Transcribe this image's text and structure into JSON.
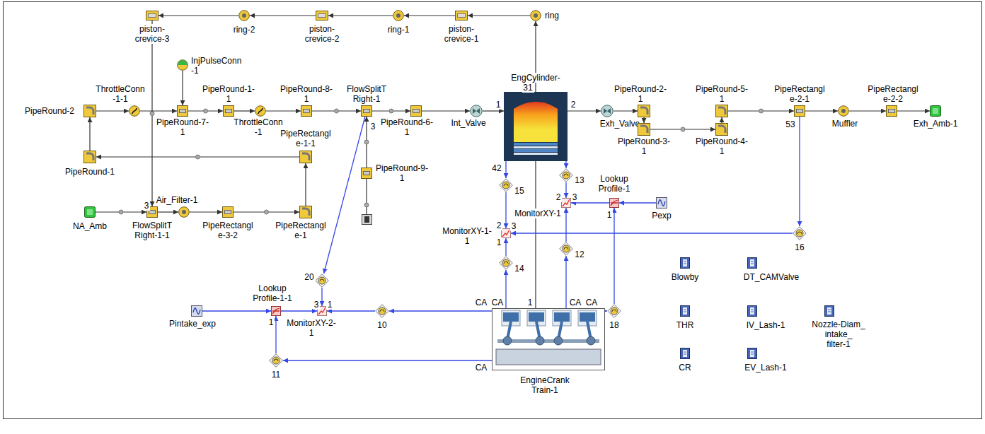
{
  "diagram": {
    "nodes": [
      {
        "text": [
          "piston- crevice-3"
        ]
      },
      {
        "text": [
          "ring-2"
        ]
      },
      {
        "text": [
          "piston- crevice-2"
        ]
      },
      {
        "text": [
          "ring-1"
        ]
      },
      {
        "text": [
          "piston- crevice-1"
        ]
      },
      {
        "text": [
          "ring"
        ]
      },
      {
        "text": [
          "InjPulseConn -1"
        ]
      },
      {
        "text": [
          "PipeRound-2"
        ]
      },
      {
        "text": [
          "ThrottleConn -1-1"
        ]
      },
      {
        "text": [
          "PipeRound-7- 1"
        ]
      },
      {
        "text": [
          "PipeRound-1- 1"
        ]
      },
      {
        "text": [
          "ThrottleConn -1"
        ]
      },
      {
        "text": [
          "PipeRound-8- 1"
        ]
      },
      {
        "text": [
          "FlowSplitT Right-1"
        ]
      },
      {
        "text": [
          "PipeRound-6- 1"
        ]
      },
      {
        "text": [
          "Int_Valve"
        ]
      },
      {
        "text": [
          "EngCylinder-"
        ]
      },
      {
        "text": [
          "Exh_Valve"
        ]
      },
      {
        "text": [
          "PipeRound-2- 1"
        ]
      },
      {
        "text": [
          "PipeRound-3- 1"
        ]
      },
      {
        "text": [
          "PipeRound-4- 1"
        ]
      },
      {
        "text": [
          "PipeRound-5- 1"
        ]
      },
      {
        "text": [
          "PipeRectangl e-2-1"
        ]
      },
      {
        "text": [
          "Muffler"
        ]
      },
      {
        "text": [
          "PipeRectangl e-2-2"
        ]
      },
      {
        "text": [
          "Exh_Amb-1"
        ]
      },
      {
        "text": [
          "PipeRound-1"
        ]
      },
      {
        "text": [
          "PipeRectangl e-1-1"
        ]
      },
      {
        "text": [
          "NA_Amb"
        ]
      },
      {
        "text": [
          "FlowSplitT Right-1-1"
        ]
      },
      {
        "text": [
          "Air_Filter-1"
        ]
      },
      {
        "text": [
          "PipeRectangl e-3-2"
        ]
      },
      {
        "text": [
          "PipeRectangl e-1"
        ]
      },
      {
        "text": [
          "PipeRound-9- 1"
        ]
      },
      {
        "text": [
          "15"
        ]
      },
      {
        "text": [
          "13"
        ]
      },
      {
        "text": [
          "MonitorXY-1- 1"
        ]
      },
      {
        "text": [
          "MonitorXY-1"
        ]
      },
      {
        "text": [
          "Lookup Profile-1"
        ]
      },
      {
        "text": [
          "Pexp"
        ]
      },
      {
        "text": [
          "16"
        ]
      },
      {
        "text": [
          "14"
        ]
      },
      {
        "text": [
          "12"
        ]
      },
      {
        "text": [
          "Blowby"
        ]
      },
      {
        "text": [
          "DT_CAMValve"
        ]
      },
      {
        "text": [
          "THR"
        ]
      },
      {
        "text": [
          "IV_Lash-1"
        ]
      },
      {
        "text": [
          "Nozzle-Diam_ intake_ filter-1"
        ]
      },
      {
        "text": [
          "CR"
        ]
      },
      {
        "text": [
          "EV_Lash-1"
        ]
      },
      {
        "text": [
          "20"
        ]
      },
      {
        "text": [
          "Lookup Profile-1-1"
        ]
      },
      {
        "text": [
          "Pintake_exp"
        ]
      },
      {
        "text": [
          "MonitorXY-2- 1"
        ]
      },
      {
        "text": [
          "10"
        ]
      },
      {
        "text": [
          "EngineCrank Train-1"
        ]
      },
      {
        "text": [
          "18"
        ]
      },
      {
        "text": [
          "11"
        ]
      }
    ],
    "edges": [
      {
        "from": 5,
        "to": 4,
        "arrow": "to"
      },
      {
        "from": 4,
        "to": 3,
        "arrow": "to"
      },
      {
        "from": 3,
        "to": 2,
        "arrow": "to"
      },
      {
        "from": 2,
        "to": 1,
        "arrow": "to"
      },
      {
        "from": 1,
        "to": 0,
        "arrow": "to"
      },
      {
        "from": 16,
        "to": 5,
        "arrow": "to"
      },
      {
        "from": 0,
        "to": 29,
        "arrow": "to"
      },
      {
        "from": 6,
        "to": 9,
        "arrow": "to"
      },
      {
        "from": 7,
        "to": 8,
        "arrow": "to"
      },
      {
        "from": 8,
        "to": 9,
        "arrow": "to"
      },
      {
        "from": 9,
        "to": 10,
        "arrow": "to"
      },
      {
        "from": 10,
        "to": 11,
        "arrow": "to"
      },
      {
        "from": 11,
        "to": 12,
        "arrow": "to"
      },
      {
        "from": 12,
        "to": 13,
        "arrow": "to"
      },
      {
        "from": 13,
        "to": 14,
        "arrow": "to"
      },
      {
        "from": 14,
        "to": 15,
        "arrow": "to"
      },
      {
        "from": 15,
        "to": 16,
        "arrow": "to"
      },
      {
        "from": 16,
        "to": 17,
        "arrow": "to"
      },
      {
        "from": 17,
        "to": 18,
        "arrow": "to"
      },
      {
        "from": 18,
        "to": 19,
        "arrow": "to"
      },
      {
        "from": 19,
        "to": 20,
        "arrow": "to"
      },
      {
        "from": 20,
        "to": 21,
        "arrow": "to"
      },
      {
        "from": 21,
        "to": 22,
        "arrow": "to"
      },
      {
        "from": 22,
        "to": 23,
        "arrow": "to"
      },
      {
        "from": 23,
        "to": 24,
        "arrow": "to"
      },
      {
        "from": 24,
        "to": 25,
        "arrow": "to"
      },
      {
        "from": 28,
        "to": 29,
        "arrow": "to"
      },
      {
        "from": 29,
        "to": 30,
        "arrow": "to"
      },
      {
        "from": 30,
        "to": 31,
        "arrow": "to"
      },
      {
        "from": 31,
        "to": 32,
        "arrow": "to"
      },
      {
        "from": 32,
        "to": 27,
        "arrow": "to"
      },
      {
        "from": 27,
        "to": 26,
        "arrow": "to"
      },
      {
        "from": 26,
        "to": 7,
        "arrow": "to"
      },
      {
        "from": 33,
        "to": 13,
        "arrow": "to"
      },
      {
        "from": 16,
        "to": 55,
        "arrow": "none"
      },
      {
        "from": 16,
        "to": 34,
        "arrow": "to"
      },
      {
        "from": 34,
        "to": 36,
        "arrow": "to"
      },
      {
        "from": 55,
        "to": 41,
        "arrow": "to"
      },
      {
        "from": 41,
        "to": 36,
        "arrow": "to"
      },
      {
        "from": 22,
        "to": 40,
        "arrow": "to"
      },
      {
        "from": 40,
        "to": 36,
        "arrow": "to"
      },
      {
        "from": 16,
        "to": 35,
        "arrow": "to"
      },
      {
        "from": 35,
        "to": 37,
        "arrow": "to"
      },
      {
        "from": 55,
        "to": 42,
        "arrow": "to"
      },
      {
        "from": 42,
        "to": 37,
        "arrow": "to"
      },
      {
        "from": 55,
        "to": 56,
        "arrow": "to"
      },
      {
        "from": 56,
        "to": 38,
        "arrow": "to"
      },
      {
        "from": 39,
        "to": 38,
        "arrow": "to"
      },
      {
        "from": 38,
        "to": 37,
        "arrow": "to"
      },
      {
        "from": 13,
        "to": 50,
        "arrow": "to"
      },
      {
        "from": 50,
        "to": 53,
        "arrow": "to"
      },
      {
        "from": 55,
        "to": 54,
        "arrow": "to"
      },
      {
        "from": 54,
        "to": 53,
        "arrow": "to"
      },
      {
        "from": 55,
        "to": 57,
        "arrow": "to"
      },
      {
        "from": 57,
        "to": 51,
        "arrow": "to"
      },
      {
        "from": 52,
        "to": 51,
        "arrow": "to"
      },
      {
        "from": 51,
        "to": 53,
        "arrow": "to"
      }
    ],
    "labels": [
      "3",
      "3",
      "1",
      "2",
      "31",
      "42",
      "53",
      "2",
      "3",
      "1",
      "2",
      "3",
      "1",
      "3",
      "1",
      "1",
      "CA",
      "CA",
      "1",
      "CA",
      "CA",
      "CA"
    ]
  }
}
